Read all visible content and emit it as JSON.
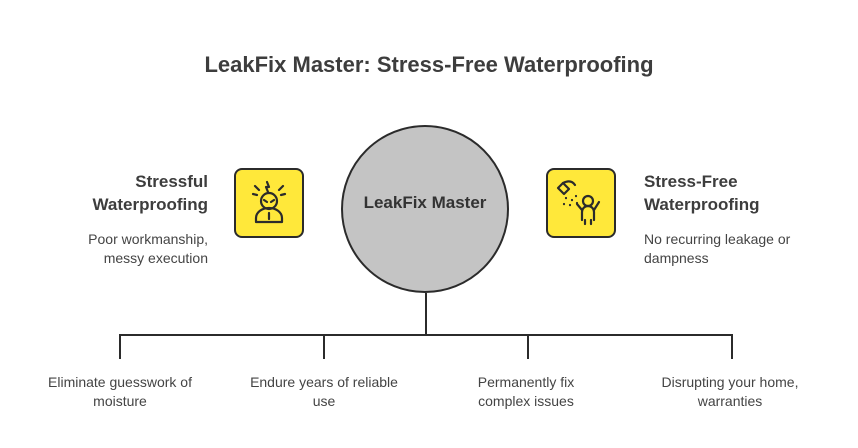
{
  "title": "LeakFix Master: Stress-Free Waterproofing",
  "center": {
    "label": "LeakFix Master"
  },
  "left": {
    "title_line1": "Stressful",
    "title_line2": "Waterproofing",
    "desc_line1": "Poor workmanship,",
    "desc_line2": "messy execution",
    "icon": "stressed-person-icon"
  },
  "right": {
    "title_line1": "Stress-Free",
    "title_line2": "Waterproofing",
    "desc_line1": "No recurring leakage or",
    "desc_line2": "dampness",
    "icon": "shower-person-icon"
  },
  "bottom": [
    {
      "line1": "Eliminate guesswork of",
      "line2": "moisture"
    },
    {
      "line1": "Endure years of reliable",
      "line2": "use"
    },
    {
      "line1": "Permanently fix",
      "line2": "complex issues"
    },
    {
      "line1": "Disrupting your home,",
      "line2": "warranties"
    }
  ],
  "colors": {
    "icon_fill": "#ffe83a",
    "circle_fill": "#c4c4c4",
    "stroke": "#2b2b2b"
  }
}
